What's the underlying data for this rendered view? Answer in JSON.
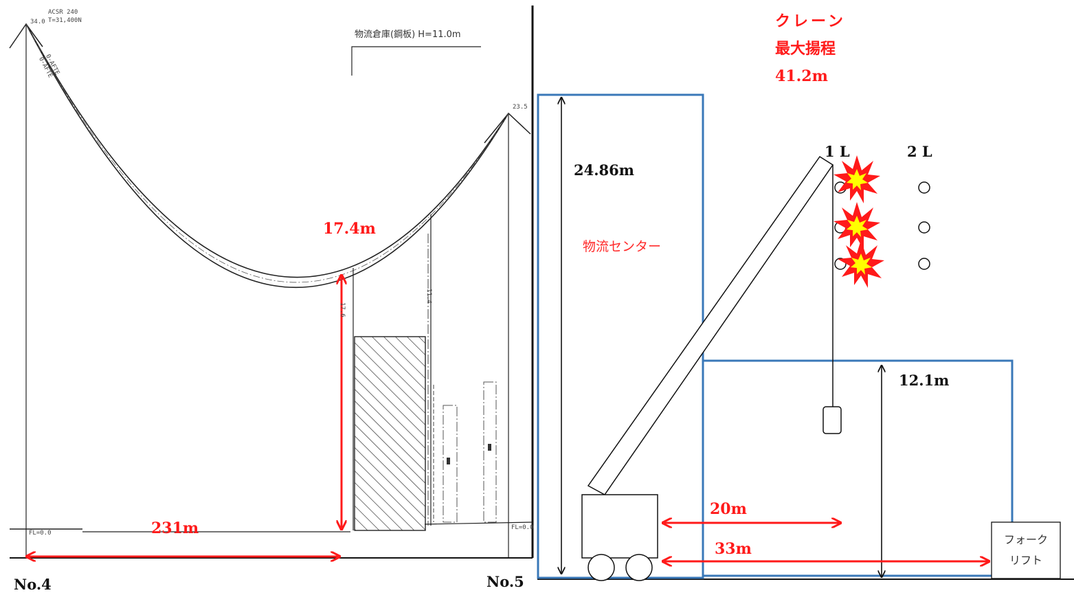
{
  "left_drawing": {
    "tower_left_top_label": "34.0",
    "conductor_label_line1": "ACSR 240",
    "conductor_label_line2": "T=31,400N",
    "wire_tag_1": "0-AFTE",
    "wire_tag_2": "0-AFTE",
    "tower_right_top_label": "23.5",
    "handwritten_title": "物流倉庫(鋼板) H=11.0m",
    "clearance_label": "17.4m",
    "vertical_tick_label_1": "17.6",
    "vertical_tick_label_2": "11.4",
    "span_label": "231m",
    "fl_left_label": "FL=0.0",
    "fl_right_label": "FL=0.0",
    "tower_left_name": "No.4",
    "tower_right_name": "No.5"
  },
  "right_drawing": {
    "crane_title_line1": "クレーン",
    "crane_title_line2": "最大揚程",
    "crane_max_height": "41.2m",
    "building_height": "24.86m",
    "building_name": "物流センター",
    "phase_1": "1 L",
    "phase_2": "2 L",
    "lower_building_height": "12.1m",
    "distance_20": "20m",
    "distance_33": "33m",
    "forklift_line1": "フォーク",
    "forklift_line2": "リフト"
  },
  "colors": {
    "red": "#ff1a1a",
    "building_outline_blue": "#3a78b8",
    "line_black": "#111111",
    "spark_yellow": "#ffff00"
  }
}
